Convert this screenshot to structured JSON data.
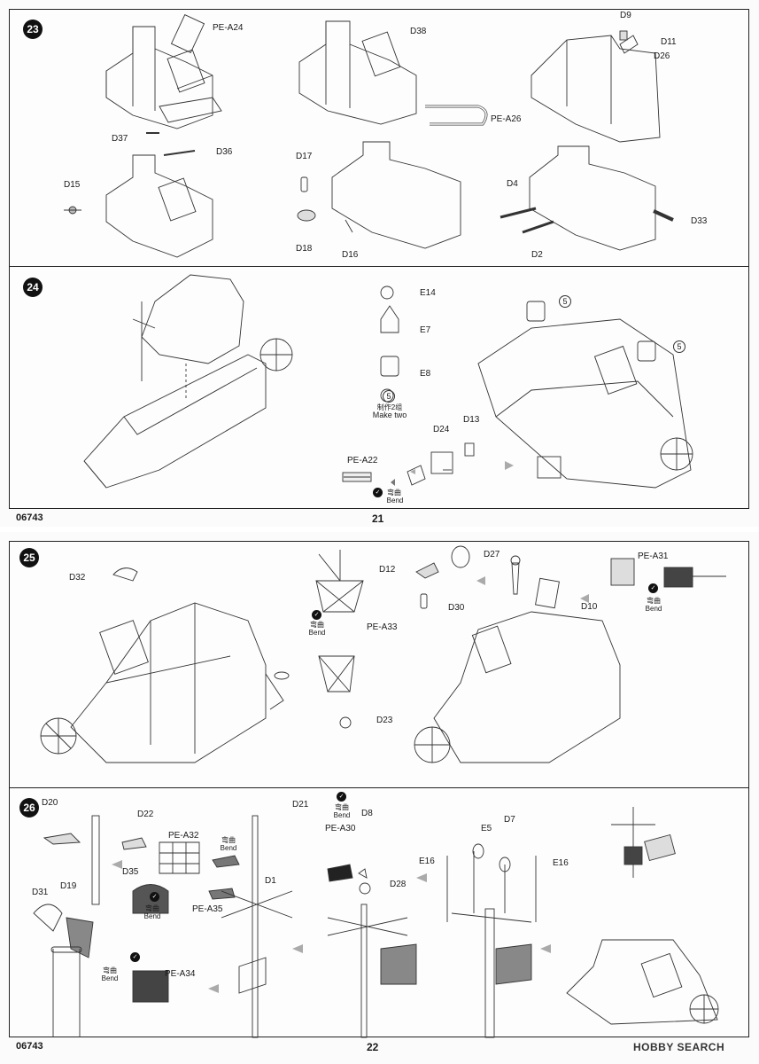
{
  "page_top": {
    "code": "06743",
    "number": "21",
    "step23": {
      "number": "23",
      "labels": [
        "PE-A24",
        "D38",
        "D9",
        "D11",
        "D26",
        "PE-A26",
        "D37",
        "D36",
        "D15",
        "D17",
        "D18",
        "D16",
        "D4",
        "D2",
        "D33"
      ]
    },
    "step24": {
      "number": "24",
      "labels": [
        "E14",
        "E7",
        "E8",
        "D13",
        "D24",
        "PE-A22"
      ],
      "subassembly": "5",
      "make_two_cn": "制作2组",
      "make_two_en": "Make two",
      "bend_cn": "弯曲",
      "bend_en": "Bend"
    }
  },
  "page_bottom": {
    "code": "06743",
    "number": "22",
    "step25": {
      "number": "25",
      "labels": [
        "D32",
        "PE-A33",
        "D23",
        "D12",
        "D27",
        "D30",
        "PE-A31",
        "D10"
      ],
      "bend_cn": "弯曲",
      "bend_en": "Bend"
    },
    "step26": {
      "number": "26",
      "labels": [
        "D20",
        "D22",
        "D35",
        "PE-A32",
        "D21",
        "D8",
        "PE-A30",
        "D28",
        "D1",
        "E5",
        "D7",
        "E16",
        "E16",
        "D31",
        "D19",
        "PE-A35",
        "PE-A34"
      ],
      "bend_cn": "弯曲",
      "bend_en": "Bend"
    }
  },
  "watermark": "HOBBY SEARCH"
}
